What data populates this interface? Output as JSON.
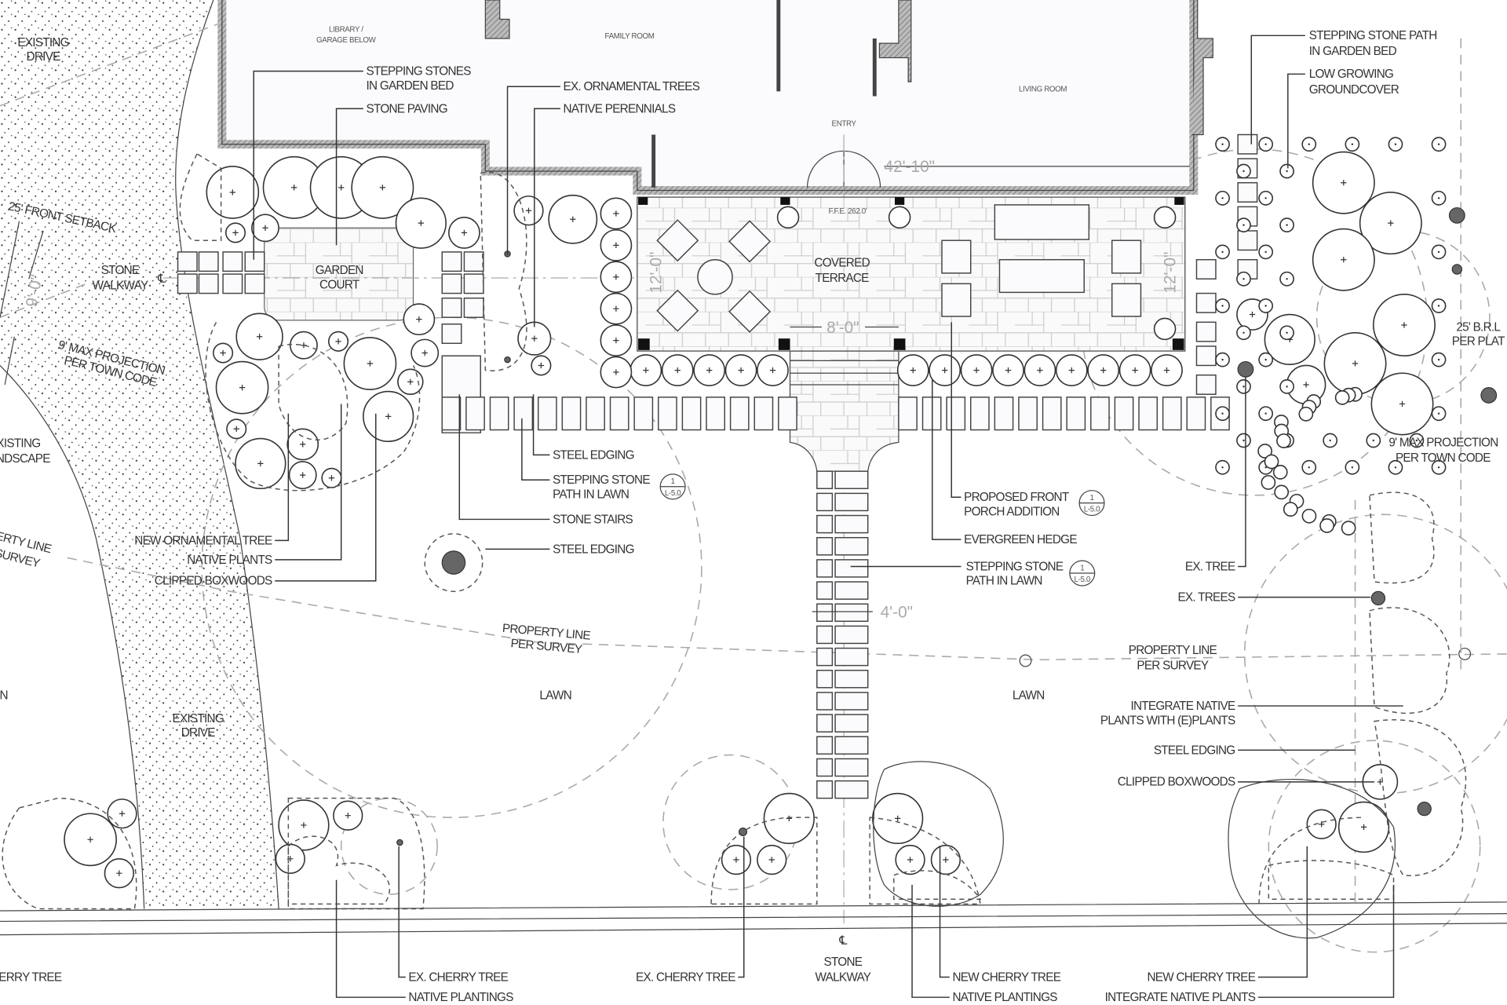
{
  "rooms": {
    "library_1": "LIBRARY /",
    "library_2": "GARAGE BELOW",
    "family": "FAMILY ROOM",
    "living": "LIVING ROOM",
    "entry": "ENTRY"
  },
  "areas": {
    "existing_drive_top_1": "EXISTING",
    "existing_drive_top_2": "DRIVE",
    "existing_drive_bottom_1": "EXISTING",
    "existing_drive_bottom_2": "DRIVE",
    "existing_landscape_1": "EXISTING",
    "existing_landscape_2": "LANDSCAPE",
    "stone_walkway_left_1": "STONE",
    "stone_walkway_left_2": "WALKWAY",
    "garden_court_1": "GARDEN",
    "garden_court_2": "COURT",
    "covered_terrace_1": "COVERED",
    "covered_terrace_2": "TERRACE",
    "lawn_left": "LAWN",
    "lawn_center": "LAWN",
    "lawn_right": "LAWN",
    "stone_walkway_bottom_1": "STONE",
    "stone_walkway_bottom_2": "WALKWAY",
    "centerline_symbol": "℄"
  },
  "regulatory": {
    "front_setback": "25' FRONT SETBACK",
    "max_projection_left_1": "9' MAX PROJECTION",
    "max_projection_left_2": "PER TOWN CODE",
    "max_projection_right_1": "9' MAX PROJECTION",
    "max_projection_right_2": "PER TOWN CODE",
    "brl_1": "25' B.R.L",
    "brl_2": "PER PLAT",
    "property_line_left_1": "PROPERTY LINE",
    "property_line_left_2": "PER SURVEY",
    "property_line_mid_1": "PROPERTY LINE",
    "property_line_mid_2": "PER SURVEY",
    "property_line_right_1": "PROPERTY LINE",
    "property_line_right_2": "PER SURVEY"
  },
  "dimensions": {
    "house_width": "42'-10\"",
    "terrace_depth_left": "12'-0\"",
    "terrace_depth_right": "12'-0\"",
    "stair_width": "8'-0\"",
    "walkway_width": "4'-0\"",
    "setback_offset": "9'-0\"",
    "ffe": "F.F.E. 262.0'"
  },
  "callouts": {
    "stepping_stones_garden_bed_1": "STEPPING STONES",
    "stepping_stones_garden_bed_2": "IN GARDEN BED",
    "stone_paving": "STONE PAVING",
    "ex_ornamental_trees": "EX. ORNAMENTAL TREES",
    "native_perennials": "NATIVE PERENNIALS",
    "stepping_stone_path_garden_1": "STEPPING STONE PATH",
    "stepping_stone_path_garden_2": "IN GARDEN BED",
    "low_groundcover_1": "LOW GROWING",
    "low_groundcover_2": "GROUNDCOVER",
    "steel_edging_1": "STEEL EDGING",
    "stepping_stone_lawn_left_1": "STEPPING STONE",
    "stepping_stone_lawn_left_2": "PATH IN LAWN",
    "stone_stairs": "STONE STAIRS",
    "steel_edging_2": "STEEL EDGING",
    "new_ornamental_tree": "NEW ORNAMENTAL TREE",
    "native_plants": "NATIVE PLANTS",
    "clipped_boxwoods_left": "CLIPPED BOXWOODS",
    "porch_addition_1": "PROPOSED FRONT",
    "porch_addition_2": "PORCH ADDITION",
    "evergreen_hedge": "EVERGREEN HEDGE",
    "stepping_stone_lawn_mid_1": "STEPPING STONE",
    "stepping_stone_lawn_mid_2": "PATH IN LAWN",
    "ex_tree": "EX. TREE",
    "ex_trees": "EX. TREES",
    "integrate_native_1": "INTEGRATE NATIVE",
    "integrate_native_2": "PLANTS WITH (E)PLANTS",
    "steel_edging_3": "STEEL EDGING",
    "clipped_boxwoods_right": "CLIPPED BOXWOODS",
    "cherry_tree_far_left": "EX. CHERRY TREE",
    "ex_cherry_tree_1": "EX. CHERRY TREE",
    "native_plantings_1": "NATIVE PLANTINGS",
    "ex_cherry_tree_2": "EX. CHERRY TREE",
    "new_cherry_tree_1": "NEW CHERRY TREE",
    "native_plantings_2": "NATIVE PLANTINGS",
    "new_cherry_tree_2": "NEW CHERRY TREE",
    "integrate_native_plants": "INTEGRATE NATIVE PLANTS"
  },
  "detail_refs": {
    "number": "1",
    "sheet": "L-5.0"
  }
}
